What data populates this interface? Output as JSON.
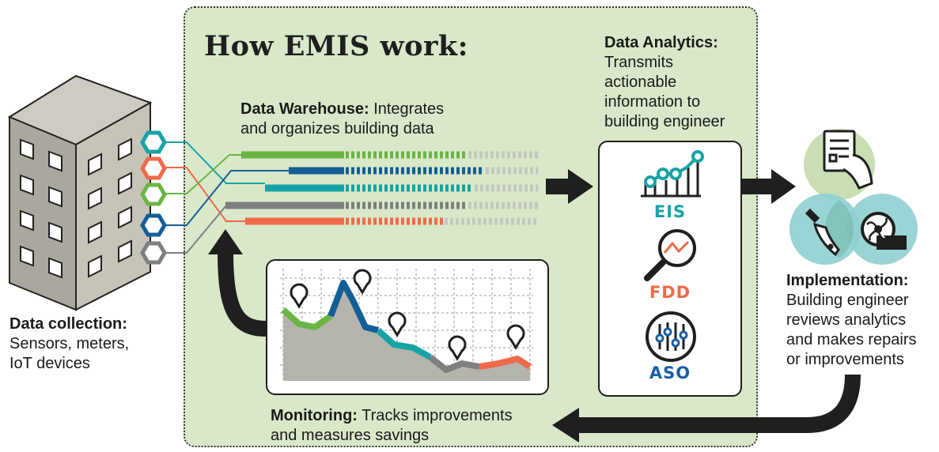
{
  "title": "How EMIS work:",
  "data_collection": {
    "heading": "Data collection:",
    "lines": [
      "Sensors, meters,",
      "IoT devices"
    ]
  },
  "data_warehouse": {
    "heading": "Data Warehouse:",
    "line1": " Integrates",
    "line2": "and organizes building data"
  },
  "data_analytics": {
    "heading": "Data Analytics:",
    "lines": [
      "Transmits",
      "actionable",
      "information to",
      "building engineer"
    ]
  },
  "analytics_tools": [
    {
      "label": "EIS",
      "icon": "bar-chart-trend-icon",
      "color": "#17a3a6"
    },
    {
      "label": "FDD",
      "icon": "magnifier-chart-icon",
      "color": "#ef6a4a"
    },
    {
      "label": "ASO",
      "icon": "sliders-icon",
      "color": "#1a5ea6"
    }
  ],
  "implementation": {
    "heading": "Implementation:",
    "lines": [
      "Building engineer",
      "reviews analytics",
      "and makes repairs",
      "or improvements"
    ]
  },
  "monitoring": {
    "heading": "Monitoring:",
    "line1": " Tracks improvements",
    "line2": "and measures savings"
  },
  "colors": {
    "green": "#6ab544",
    "blue": "#135e96",
    "teal": "#17a3a6",
    "gray": "#7d7f80",
    "orange": "#ef6a4a",
    "panel": "#d9e8c9"
  }
}
